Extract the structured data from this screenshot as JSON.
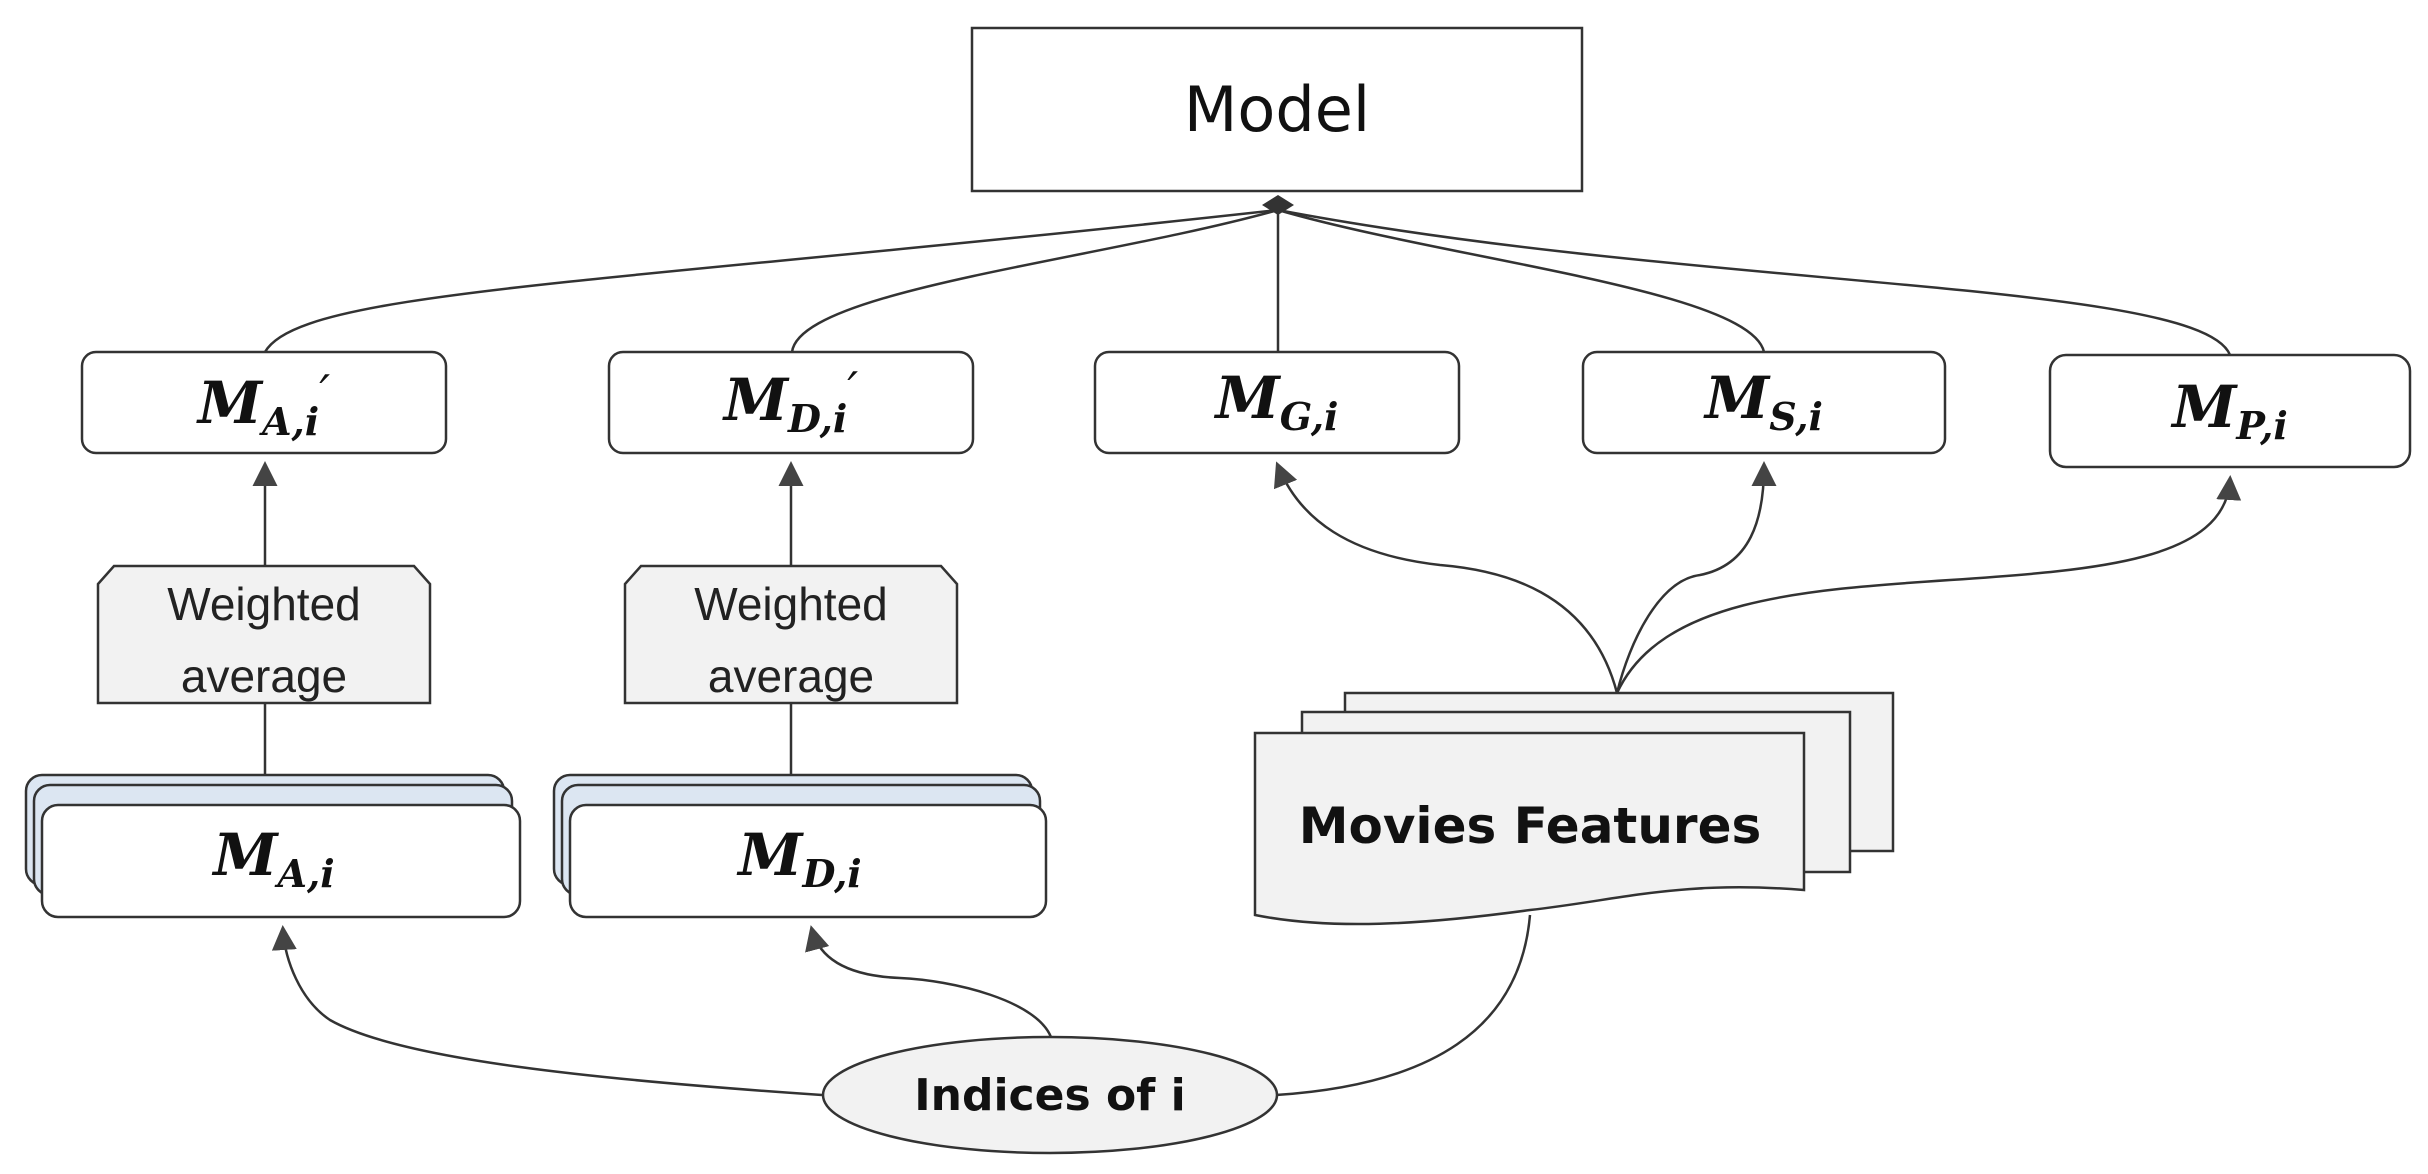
{
  "nodes": {
    "model": {
      "label": "Model"
    },
    "ma_prime": {
      "symbol": "M",
      "subscript": "A,i",
      "prime": "′"
    },
    "md_prime": {
      "symbol": "M",
      "subscript": "D,i",
      "prime": "′"
    },
    "mg": {
      "symbol": "M",
      "subscript": "G,i"
    },
    "ms": {
      "symbol": "M",
      "subscript": "S,i"
    },
    "mp": {
      "symbol": "M",
      "subscript": "P,i"
    },
    "weighted_a": {
      "line1": "Weighted",
      "line2": "average"
    },
    "weighted_d": {
      "line1": "Weighted",
      "line2": "average"
    },
    "ma": {
      "symbol": "M",
      "subscript": "A,i"
    },
    "md": {
      "symbol": "M",
      "subscript": "D,i"
    },
    "movies_features": {
      "label": "Movies Features"
    },
    "indices": {
      "label": "Indices of i"
    }
  },
  "edges": [
    {
      "from": "ma_prime",
      "to": "model"
    },
    {
      "from": "md_prime",
      "to": "model"
    },
    {
      "from": "mg",
      "to": "model"
    },
    {
      "from": "ms",
      "to": "model"
    },
    {
      "from": "mp",
      "to": "model"
    },
    {
      "from": "weighted_a",
      "to": "ma_prime"
    },
    {
      "from": "weighted_d",
      "to": "md_prime"
    },
    {
      "from": "ma",
      "to": "weighted_a"
    },
    {
      "from": "md",
      "to": "weighted_d"
    },
    {
      "from": "movies_features",
      "to": "mg"
    },
    {
      "from": "movies_features",
      "to": "ms"
    },
    {
      "from": "movies_features",
      "to": "mp"
    },
    {
      "from": "indices",
      "to": "ma"
    },
    {
      "from": "indices",
      "to": "md"
    },
    {
      "from": "indices",
      "to": "movies_features"
    }
  ],
  "colors": {
    "stroke": "#333333",
    "shaded_fill": "#f2f2f2",
    "stack_fill": "#dce6f2",
    "box_fill": "#ffffff"
  }
}
